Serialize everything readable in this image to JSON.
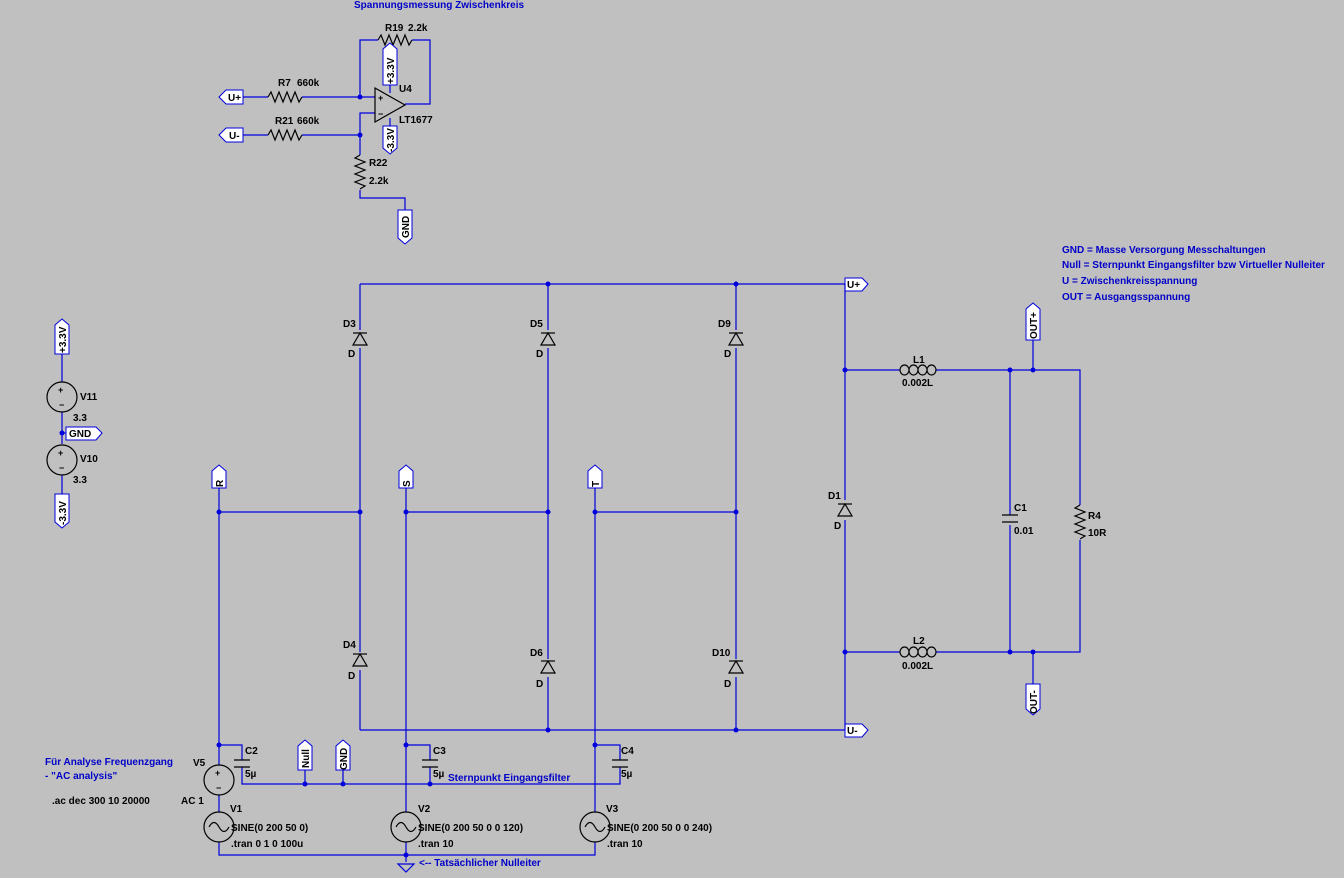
{
  "comments": {
    "spannung_title": "Spannungsmessung Zwischenkreis",
    "legend": [
      "GND = Masse Versorgung Messchaltungen",
      "Null = Sternpunkt Eingangsfilter bzw Virtueller Nulleiter",
      "U = Zwischenkreisspannung",
      "OUT = Ausgangsspannung"
    ],
    "ac_title_1": "Für Analyse Frequenzgang",
    "ac_title_2": "- \"AC analysis\"",
    "sternpunkt": "Sternpunkt Eingangsfilter",
    "nulleiter": "<-- Tatsächlicher Nulleiter"
  },
  "directives": {
    "ac": ".ac dec 300 10 20000",
    "tran1": ".tran 0 1 0 100u",
    "tran2": ".tran 10",
    "tran3": ".tran 10"
  },
  "components": {
    "R19": {
      "name": "R19",
      "value": "2.2k"
    },
    "R7": {
      "name": "R7",
      "value": "660k"
    },
    "R21": {
      "name": "R21",
      "value": "660k"
    },
    "R22": {
      "name": "R22",
      "value": "2.2k"
    },
    "U4": {
      "name": "U4",
      "value": "LT1677"
    },
    "R4": {
      "name": "R4",
      "value": "10R"
    },
    "L1": {
      "name": "L1",
      "value": "0.002L"
    },
    "L2": {
      "name": "L2",
      "value": "0.002L"
    },
    "C1": {
      "name": "C1",
      "value": "0.01"
    },
    "C2": {
      "name": "C2",
      "value": "5µ"
    },
    "C3": {
      "name": "C3",
      "value": "5µ"
    },
    "C4": {
      "name": "C4",
      "value": "5µ"
    },
    "V11": {
      "name": "V11",
      "value": "3.3"
    },
    "V10": {
      "name": "V10",
      "value": "3.3"
    },
    "V5": {
      "name": "V5",
      "value": "AC 1"
    },
    "V1": {
      "name": "V1",
      "value": "SINE(0 200 50 0)"
    },
    "V2": {
      "name": "V2",
      "value": "SINE(0 200 50 0 0 120)"
    },
    "V3": {
      "name": "V3",
      "value": "SINE(0 200 50 0 0 240)"
    },
    "D1": {
      "name": "D1",
      "value": "D"
    },
    "D3": {
      "name": "D3",
      "value": "D"
    },
    "D4": {
      "name": "D4",
      "value": "D"
    },
    "D5": {
      "name": "D5",
      "value": "D"
    },
    "D6": {
      "name": "D6",
      "value": "D"
    },
    "D9": {
      "name": "D9",
      "value": "D"
    },
    "D10": {
      "name": "D10",
      "value": "D"
    }
  },
  "nets": {
    "u_plus": "U+",
    "u_minus": "U-",
    "gnd": "GND",
    "null": "Null",
    "out_plus": "OUT+",
    "out_minus": "OUT-",
    "p33": "+3.3V",
    "m33": "-3.3V",
    "r": "R",
    "s": "S",
    "t": "T"
  }
}
